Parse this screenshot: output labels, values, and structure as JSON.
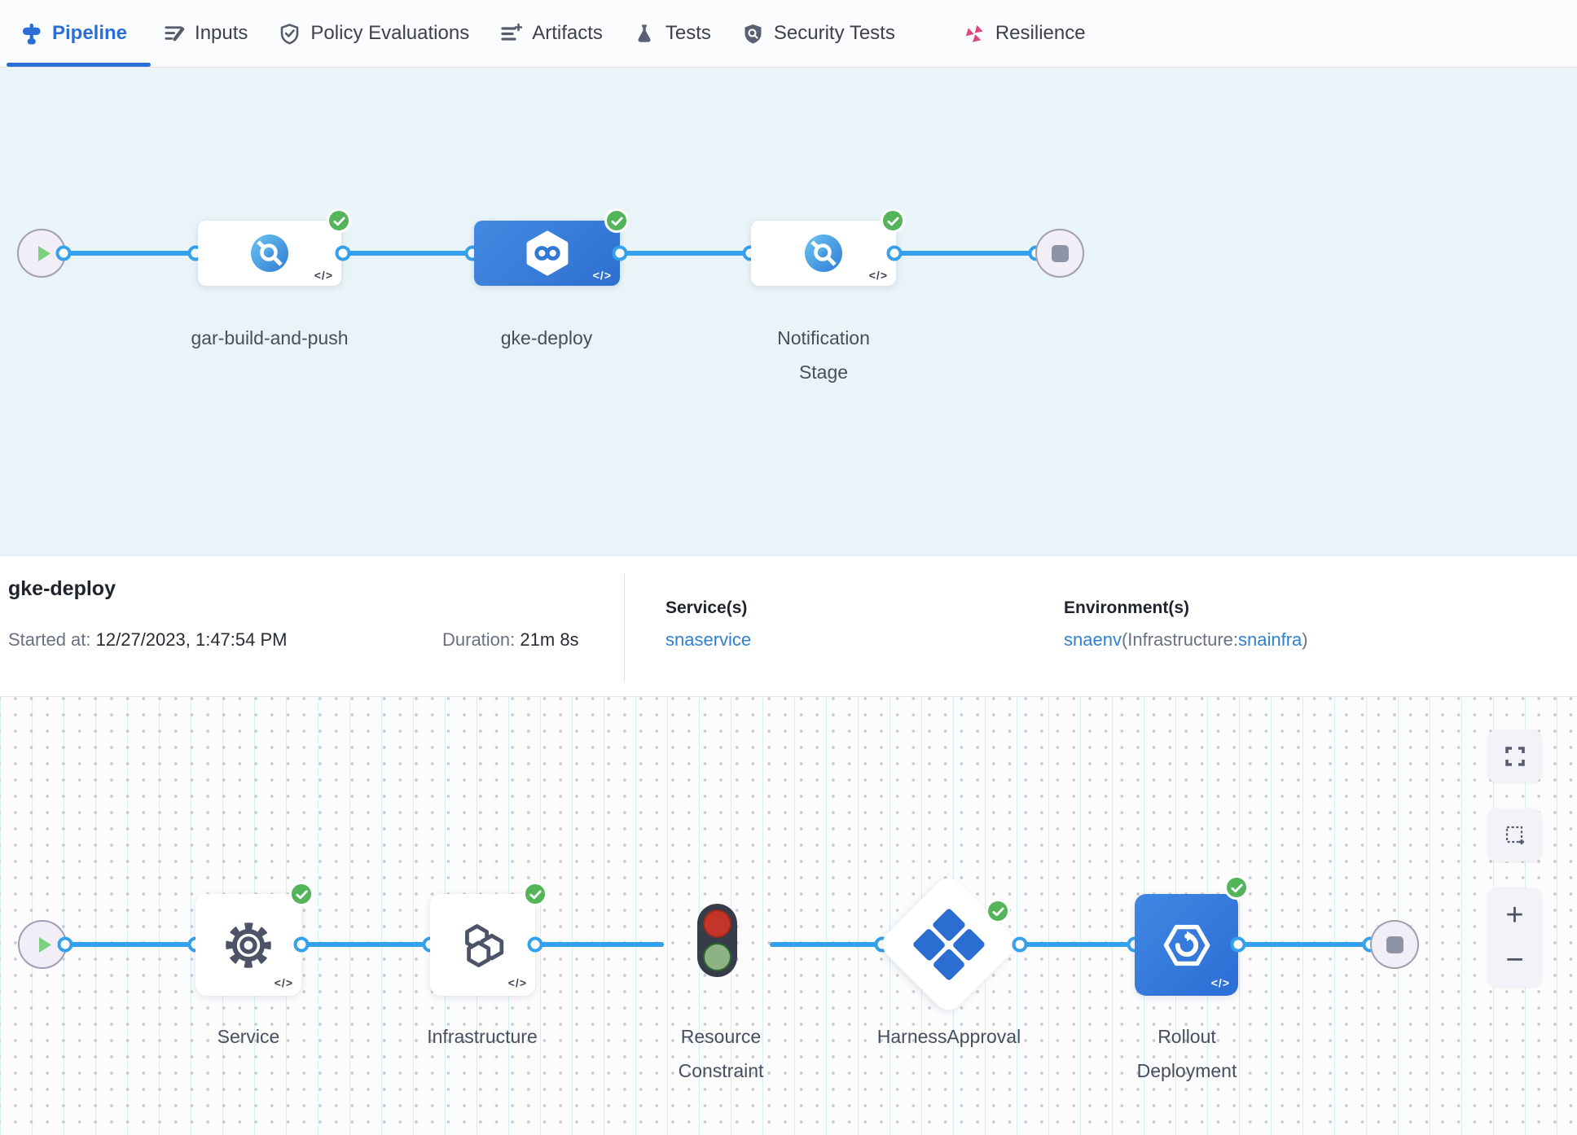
{
  "tabs": [
    {
      "label": "Pipeline",
      "icon": "pipeline-icon",
      "active": true
    },
    {
      "label": "Inputs",
      "icon": "inputs-icon",
      "active": false
    },
    {
      "label": "Policy Evaluations",
      "icon": "policy-shield-icon",
      "active": false
    },
    {
      "label": "Artifacts",
      "icon": "artifacts-icon",
      "active": false
    },
    {
      "label": "Tests",
      "icon": "flask-icon",
      "active": false
    },
    {
      "label": "Security Tests",
      "icon": "security-shield-icon",
      "active": false
    },
    {
      "label": "Resilience",
      "icon": "resilience-icon",
      "active": false
    }
  ],
  "pipeline": {
    "stages": [
      {
        "name": "gar-build-and-push",
        "status": "success",
        "selected": false
      },
      {
        "name": "gke-deploy",
        "status": "success",
        "selected": true
      },
      {
        "name": "Notification Stage",
        "status": "success",
        "selected": false
      }
    ],
    "code_badge": "</>"
  },
  "details": {
    "title": "gke-deploy",
    "started_label": "Started at:",
    "started_value": "12/27/2023, 1:47:54 PM",
    "duration_label": "Duration:",
    "duration_value": "21m 8s",
    "services_label": "Service(s)",
    "service_link": "snaservice",
    "environments_label": "Environment(s)",
    "environment_link": "snaenv",
    "environment_infra_prefix": "(Infrastructure:",
    "environment_infra_link": "snainfra",
    "environment_suffix": ")"
  },
  "execution": {
    "steps": [
      {
        "name": "Service",
        "status": "success"
      },
      {
        "name": "Infrastructure",
        "status": "success"
      },
      {
        "name": "Resource Constraint",
        "status": "success"
      },
      {
        "name": "HarnessApproval",
        "status": "success"
      },
      {
        "name": "Rollout Deployment",
        "status": "success"
      }
    ]
  },
  "controls": {
    "zoom_in": "+",
    "zoom_out": "−"
  },
  "colors": {
    "accent_blue": "#2b6fd4",
    "edge_blue": "#35a0ec",
    "success_green": "#53b459",
    "link_blue": "#2e80d2",
    "selected_stage_blue": "#2e6fd0",
    "resilience_pink": "#e0467b",
    "canvas_top_bg": "#e9f4f8"
  }
}
